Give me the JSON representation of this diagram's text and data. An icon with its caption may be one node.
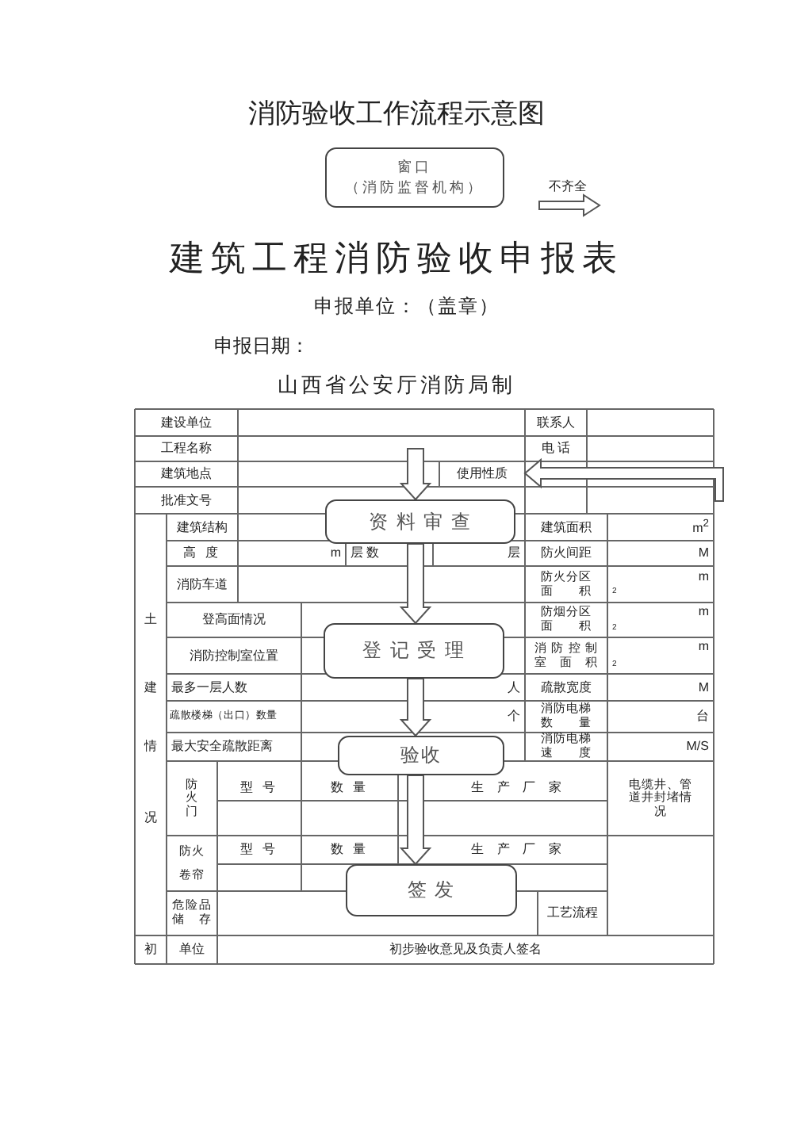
{
  "diagram": {
    "title": "消防验收工作流程示意图",
    "nodes": [
      {
        "text": [
          "窗口",
          "（消防监督机构）"
        ]
      },
      {
        "text": [
          "资 料 审 查"
        ]
      },
      {
        "text": [
          "登 记 受 理"
        ]
      },
      {
        "text": [
          "验收"
        ]
      },
      {
        "text": [
          "签 发"
        ]
      }
    ],
    "edges": [
      {
        "from": null,
        "to": 1,
        "arrow": "to"
      },
      {
        "from": 1,
        "to": 2,
        "arrow": "to"
      },
      {
        "from": 2,
        "to": 3,
        "arrow": "to"
      },
      {
        "from": 3,
        "to": 4,
        "arrow": "to"
      }
    ],
    "labels": [
      "建筑工程消防验收申报表",
      "申报单位：（盖章）",
      "申报日期：",
      "山西省公安厅消防局制",
      "不齐全",
      "建设单位",
      "联系人",
      "工程名称",
      "电 话",
      "建筑地点",
      "使用性质",
      "批准文号",
      "建筑结构",
      "建筑面积",
      "m$^{2}$",
      "高 度",
      "m",
      "层 数",
      "层",
      "防火间距",
      "M",
      "消防车道",
      "防火分区面积",
      "m",
      "2",
      "土",
      "登高面情况",
      "防烟分区面积",
      "m",
      "2",
      "消防控制室位置",
      "消防控制室面积",
      "m",
      "2",
      "建",
      "最多一层人数",
      "人",
      "疏散宽度",
      "M",
      "疏散楼梯（出口）数量",
      "个",
      "消防电梯数量",
      "台",
      "情",
      "最大安全疏散距离",
      "消防电梯速度",
      "M/S",
      "防火门",
      "型 号",
      "数 量",
      "生 产 厂 家",
      "电缆井、管道井封堵情况",
      "况",
      "防火卷帘",
      "型 号",
      "数 量",
      "生 产 厂 家",
      "危险品储存",
      "工艺流程",
      "初",
      "单位",
      "初步验收意见及负责人签名"
    ]
  }
}
